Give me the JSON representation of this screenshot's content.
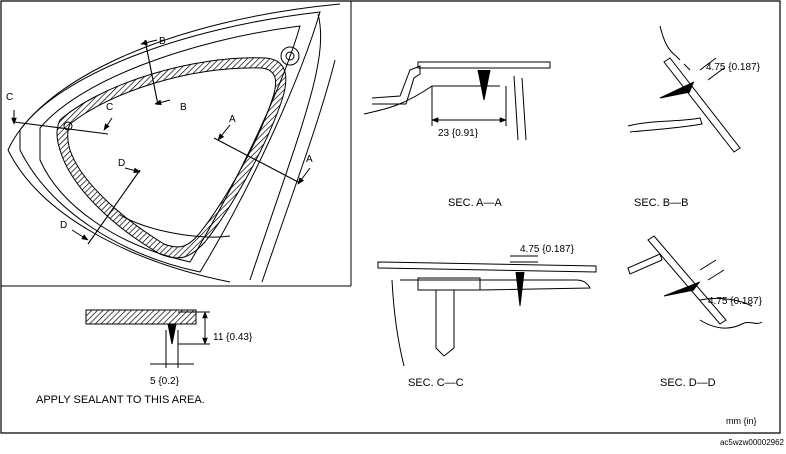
{
  "section_labels": {
    "aa": "SEC. A—A",
    "bb": "SEC. B—B",
    "cc": "SEC. C—C",
    "dd": "SEC. D—D"
  },
  "cut_letters": {
    "a": "A",
    "b": "B",
    "c": "C",
    "d": "D"
  },
  "dimensions": {
    "aa_width": "23 {0.91}",
    "bb_thickness": "4.75 {0.187}",
    "cc_thickness": "4.75 {0.187}",
    "dd_thickness": "4.75 {0.187}",
    "bead_height": "11 {0.43}",
    "bead_width": "5 {0.2}"
  },
  "note": "APPLY SEALANT TO THIS AREA.",
  "units": "mm {in}",
  "figure_code": "ac5wzw00002962"
}
